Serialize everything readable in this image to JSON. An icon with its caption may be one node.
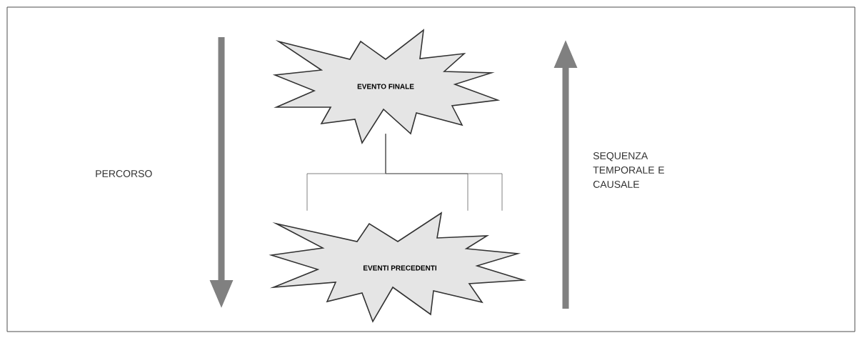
{
  "diagram": {
    "nodes": [
      {
        "text": [
          "EVENTO FINALE"
        ]
      },
      {
        "text": [
          "EVENTI PRECEDENTI"
        ]
      }
    ],
    "edges": [
      {
        "from": 0,
        "to": 1,
        "arrow": "none"
      },
      {
        "from": 0,
        "to": 1,
        "arrow": "none"
      },
      {
        "from": 0,
        "to": 1,
        "arrow": "none"
      }
    ],
    "labels": [
      "PERCORSO",
      "SEQUENZA TEMPORALE E CAUSALE"
    ]
  }
}
